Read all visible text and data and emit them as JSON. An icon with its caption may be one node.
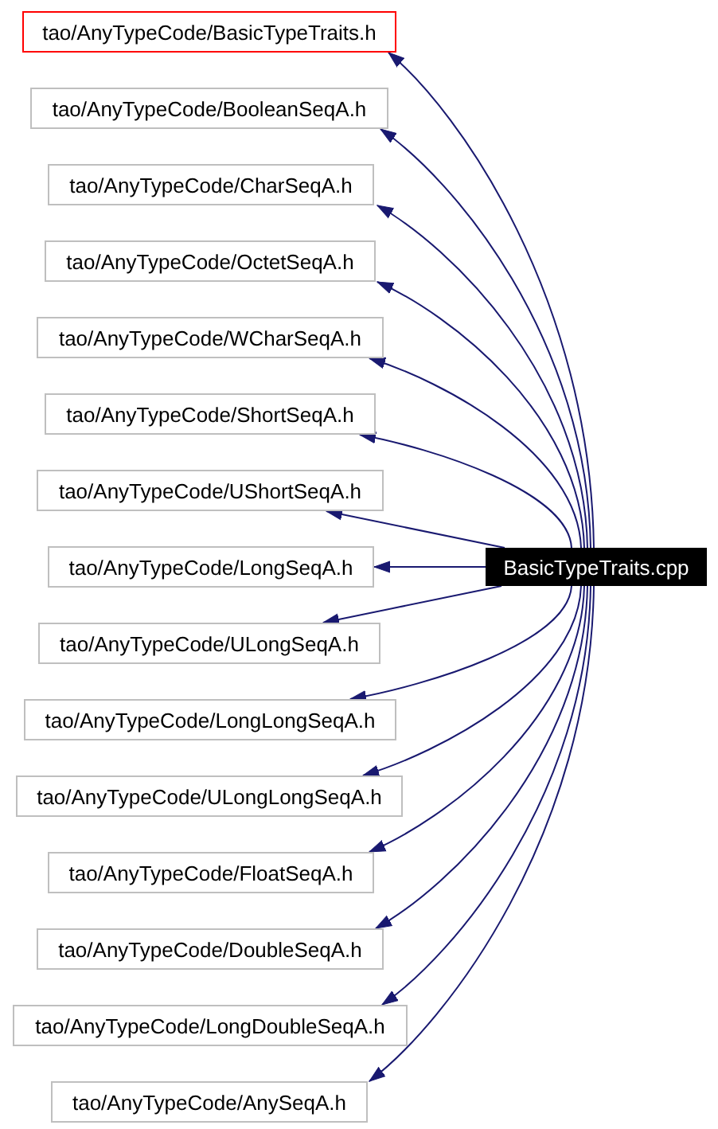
{
  "diagram": {
    "nodes": [
      {
        "text": [
          "tao/AnyTypeCode/BasicTypeTraits.h"
        ]
      },
      {
        "text": [
          "tao/AnyTypeCode/BooleanSeqA.h"
        ]
      },
      {
        "text": [
          "tao/AnyTypeCode/CharSeqA.h"
        ]
      },
      {
        "text": [
          "tao/AnyTypeCode/OctetSeqA.h"
        ]
      },
      {
        "text": [
          "tao/AnyTypeCode/WCharSeqA.h"
        ]
      },
      {
        "text": [
          "tao/AnyTypeCode/ShortSeqA.h"
        ]
      },
      {
        "text": [
          "tao/AnyTypeCode/UShortSeqA.h"
        ]
      },
      {
        "text": [
          "tao/AnyTypeCode/LongSeqA.h"
        ]
      },
      {
        "text": [
          "tao/AnyTypeCode/ULongSeqA.h"
        ]
      },
      {
        "text": [
          "tao/AnyTypeCode/LongLongSeqA.h"
        ]
      },
      {
        "text": [
          "tao/AnyTypeCode/ULongLongSeqA.h"
        ]
      },
      {
        "text": [
          "tao/AnyTypeCode/FloatSeqA.h"
        ]
      },
      {
        "text": [
          "tao/AnyTypeCode/DoubleSeqA.h"
        ]
      },
      {
        "text": [
          "tao/AnyTypeCode/LongDoubleSeqA.h"
        ]
      },
      {
        "text": [
          "tao/AnyTypeCode/AnySeqA.h"
        ]
      },
      {
        "text": [
          "BasicTypeTraits.cpp"
        ]
      }
    ],
    "edges": [
      {
        "from": 15,
        "to": 0,
        "arrow": "to"
      },
      {
        "from": 15,
        "to": 1,
        "arrow": "to"
      },
      {
        "from": 15,
        "to": 2,
        "arrow": "to"
      },
      {
        "from": 15,
        "to": 3,
        "arrow": "to"
      },
      {
        "from": 15,
        "to": 4,
        "arrow": "to"
      },
      {
        "from": 15,
        "to": 5,
        "arrow": "to"
      },
      {
        "from": 15,
        "to": 6,
        "arrow": "to"
      },
      {
        "from": 15,
        "to": 7,
        "arrow": "to"
      },
      {
        "from": 15,
        "to": 8,
        "arrow": "to"
      },
      {
        "from": 15,
        "to": 9,
        "arrow": "to"
      },
      {
        "from": 15,
        "to": 10,
        "arrow": "to"
      },
      {
        "from": 15,
        "to": 11,
        "arrow": "to"
      },
      {
        "from": 15,
        "to": 12,
        "arrow": "to"
      },
      {
        "from": 15,
        "to": 13,
        "arrow": "to"
      },
      {
        "from": 15,
        "to": 14,
        "arrow": "to"
      }
    ]
  }
}
